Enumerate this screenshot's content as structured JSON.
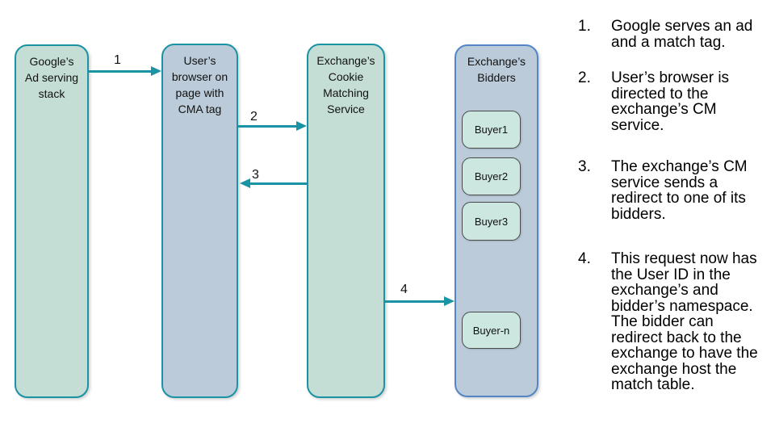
{
  "colors": {
    "teal_accent": "#1a93a4",
    "green_fill": "#c4ded6",
    "blue_fill": "#bbcbd9",
    "blue_border": "#5386c6",
    "buyer_fill": "#cce7e0",
    "buyer_border": "#4a4a4a",
    "text": "#000000"
  },
  "diagram": {
    "nodes": [
      {
        "id": "google-ad-serving-stack",
        "label": "Google’s\nAd serving\nstack"
      },
      {
        "id": "user-browser",
        "label": "User’s\nbrowser on\npage with\nCMA tag"
      },
      {
        "id": "exchange-cookie-matching-service",
        "label": "Exchange’s\nCookie\nMatching\nService"
      },
      {
        "id": "exchange-bidders",
        "label": "Exchange’s\nBidders"
      }
    ],
    "buyers": [
      {
        "label": "Buyer1"
      },
      {
        "label": "Buyer2"
      },
      {
        "label": "Buyer3"
      },
      {
        "label": "Buyer-n"
      }
    ],
    "arrows": [
      {
        "label": "1",
        "from": "google-ad-serving-stack",
        "to": "user-browser"
      },
      {
        "label": "2",
        "from": "user-browser",
        "to": "exchange-cookie-matching-service"
      },
      {
        "label": "3",
        "from": "exchange-cookie-matching-service",
        "to": "user-browser"
      },
      {
        "label": "4",
        "from": "exchange-cookie-matching-service",
        "to": "exchange-bidders"
      }
    ]
  },
  "steps": [
    {
      "num": "1.",
      "text": "Google serves an ad\nand a match tag."
    },
    {
      "num": "2.",
      "text": "User’s browser is\ndirected to the\nexchange’s CM\nservice."
    },
    {
      "num": "3.",
      "text": "The exchange’s CM\nservice sends a\nredirect to one of its\nbidders."
    },
    {
      "num": "4.",
      "text": "This request now has\nthe User ID in the\nexchange’s and\nbidder’s namespace.\nThe bidder can\nredirect back to the\nexchange to have the\nexchange host the\nmatch table."
    }
  ]
}
